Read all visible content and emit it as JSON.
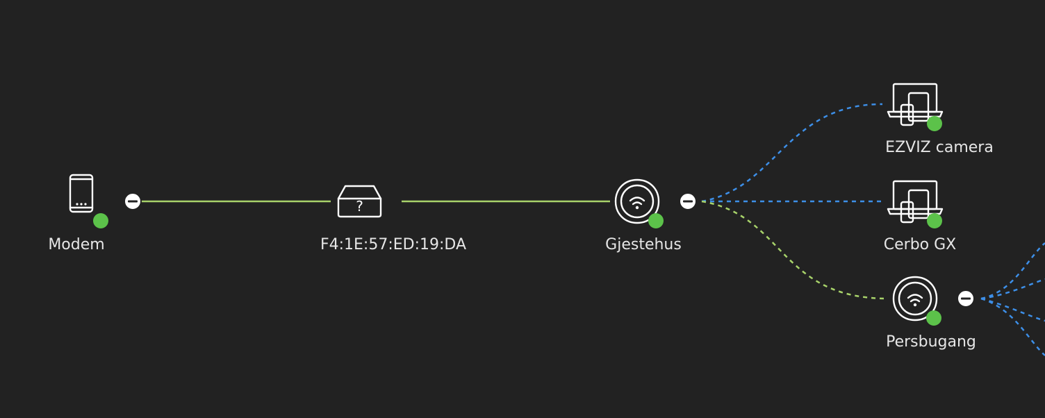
{
  "colors": {
    "background": "#222222",
    "wired_link": "#a8d36a",
    "wireless_client_link": "#3d8fe8",
    "wireless_mesh_link": "#a8d36a",
    "status_online": "#5cc24a",
    "label_text": "#e6e6e6",
    "icon": "#ffffff"
  },
  "nodes": [
    {
      "id": "modem",
      "label": "Modem",
      "icon": "phone-icon",
      "status": "online"
    },
    {
      "id": "unknown-switch",
      "label": "F4:1E:57:ED:19:DA",
      "icon": "unknown-device-icon"
    },
    {
      "id": "gjestehus",
      "label": "Gjestehus",
      "icon": "wifi-access-point-icon",
      "status": "online"
    },
    {
      "id": "ezviz",
      "label": "EZVIZ camera",
      "icon": "multi-device-icon",
      "status": "online"
    },
    {
      "id": "cerbo",
      "label": "Cerbo GX",
      "icon": "multi-device-icon",
      "status": "online"
    },
    {
      "id": "persbugang",
      "label": "Persbugang",
      "icon": "wifi-access-point-icon",
      "status": "online"
    }
  ],
  "links": [
    {
      "from": "modem",
      "to": "unknown-switch",
      "type": "wired"
    },
    {
      "from": "unknown-switch",
      "to": "gjestehus",
      "type": "wired"
    },
    {
      "from": "gjestehus",
      "to": "ezviz",
      "type": "wireless-client"
    },
    {
      "from": "gjestehus",
      "to": "cerbo",
      "type": "wireless-client"
    },
    {
      "from": "gjestehus",
      "to": "persbugang",
      "type": "wireless-mesh"
    },
    {
      "from": "persbugang",
      "to": "offscreen-1",
      "type": "wireless-client"
    },
    {
      "from": "persbugang",
      "to": "offscreen-2",
      "type": "wireless-client"
    },
    {
      "from": "persbugang",
      "to": "offscreen-3",
      "type": "wireless-client"
    },
    {
      "from": "persbugang",
      "to": "offscreen-4",
      "type": "wireless-client"
    }
  ]
}
